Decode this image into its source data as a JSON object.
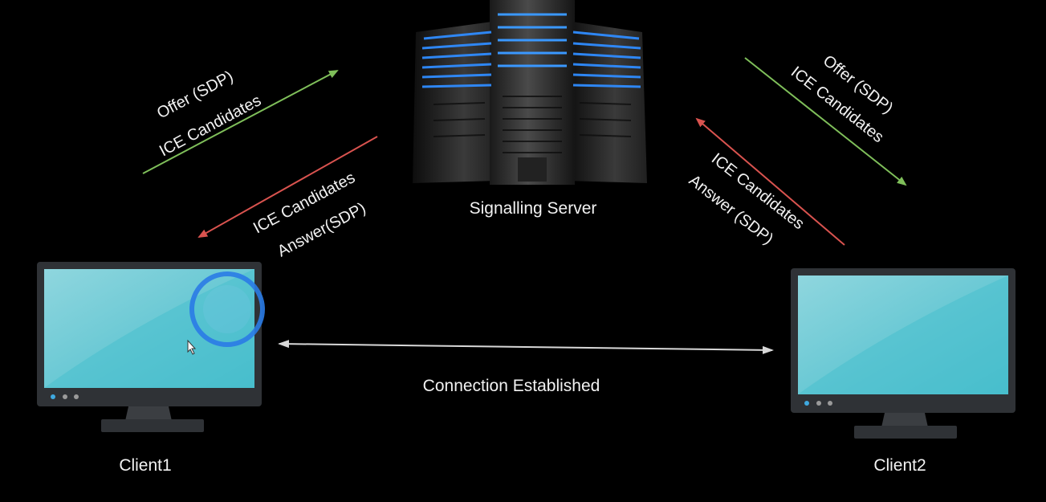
{
  "colors": {
    "background": "#000000",
    "offer_arrow": "#7fbf5a",
    "answer_arrow": "#d9534f",
    "connection_arrow": "#d8d8d8",
    "screen": "#5bc4d2",
    "server_glow": "#2f8cff",
    "highlight_ring": "#2a7be6"
  },
  "server": {
    "label": "Signalling Server",
    "icon": "server-rack-icon"
  },
  "client1": {
    "label": "Client1",
    "icon": "monitor-icon"
  },
  "client2": {
    "label": "Client2",
    "icon": "monitor-icon"
  },
  "left_offer": {
    "line1": "Offer (SDP)",
    "line2": "ICE Candidates"
  },
  "left_answer": {
    "line1": "ICE Candidates",
    "line2": "Answer(SDP)"
  },
  "right_offer": {
    "line1": "Offer (SDP)",
    "line2": "ICE Candidates"
  },
  "right_answer": {
    "line1": "ICE Candidates",
    "line2": "Answer (SDP)"
  },
  "connection": {
    "label": "Connection Established"
  }
}
